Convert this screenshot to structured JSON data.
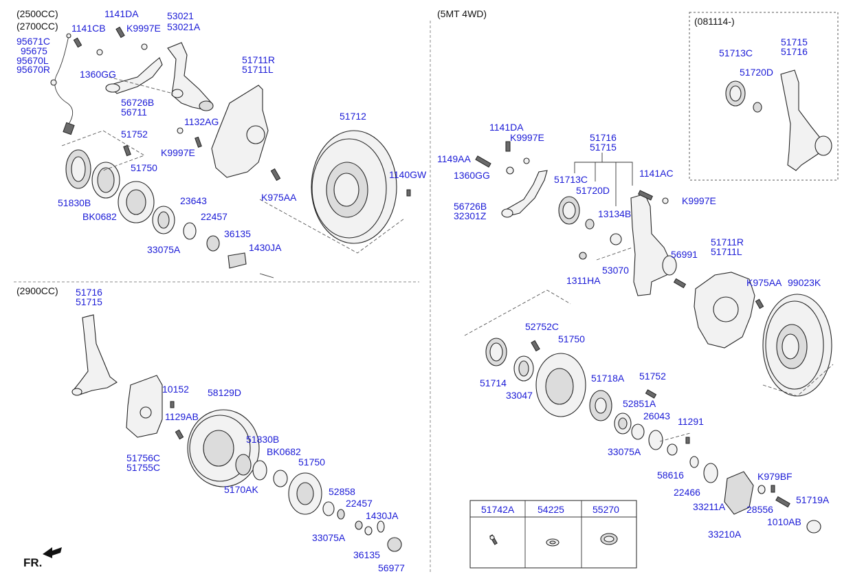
{
  "sections": {
    "top_left": [
      "(2500CC)",
      "(2700CC)"
    ],
    "bottom_left": "(2900CC)",
    "right": "(5MT 4WD)",
    "inset": "(081114-)"
  },
  "fr_label": "FR.",
  "labels": {
    "a_1141da": "1141DA",
    "a_53021": "53021",
    "a_53021a": "53021A",
    "a_1141cb": "1141CB",
    "a_k9997e_1": "K9997E",
    "a_95671c": "95671C",
    "a_95675": "95675",
    "a_95670l": "95670L",
    "a_95670r": "95670R",
    "a_1360gg": "1360GG",
    "a_56726b": "56726B",
    "a_56711": "56711",
    "a_51711r": "51711R",
    "a_51711l": "51711L",
    "a_1132ag": "1132AG",
    "a_k9997e_2": "K9997E",
    "a_51752": "51752",
    "a_51750": "51750",
    "a_51830b": "51830B",
    "a_bk0682": "BK0682",
    "a_51712": "51712",
    "a_1140gw": "1140GW",
    "a_k975aa": "K975AA",
    "a_23643": "23643",
    "a_22457": "22457",
    "a_36135": "36135",
    "a_1430ja": "1430JA",
    "a_33075a": "33075A",
    "b_51716": "51716",
    "b_51715": "51715",
    "b_10152": "10152",
    "b_58129d": "58129D",
    "b_1129ab": "1129AB",
    "b_51830b": "51830B",
    "b_bk0682": "BK0682",
    "b_51750": "51750",
    "b_51756c": "51756C",
    "b_51755c": "51755C",
    "b_5170ak": "5170AK",
    "b_52858": "52858",
    "b_22457": "22457",
    "b_1430ja": "1430JA",
    "b_33075a": "33075A",
    "b_36135": "36135",
    "b_56977": "56977",
    "c_1141da": "1141DA",
    "c_k9997e_1": "K9997E",
    "c_1149aa": "1149AA",
    "c_1360gg": "1360GG",
    "c_56726b": "56726B",
    "c_32301z": "32301Z",
    "c_51716": "51716",
    "c_51715": "51715",
    "c_51713c": "51713C",
    "c_51720d": "51720D",
    "c_1141ac": "1141AC",
    "c_k9997e_2": "K9997E",
    "c_13134b": "13134B",
    "c_1311ha": "1311HA",
    "c_53070": "53070",
    "c_56991": "56991",
    "c_51711r": "51711R",
    "c_51711l": "51711L",
    "c_k975aa": "K975AA",
    "c_99023k": "99023K",
    "c_52752c": "52752C",
    "c_51750": "51750",
    "c_51714": "51714",
    "c_33047": "33047",
    "c_51718a": "51718A",
    "c_51752": "51752",
    "c_52851a": "52851A",
    "c_26043": "26043",
    "c_11291": "11291",
    "c_33075a": "33075A",
    "c_58616": "58616",
    "c_22466": "22466",
    "c_33211a": "33211A",
    "c_33210a": "33210A",
    "c_k979bf": "K979BF",
    "c_28556": "28556",
    "c_51719a": "51719A",
    "c_1010ab": "1010AB",
    "d_51713c": "51713C",
    "d_51715": "51715",
    "d_51716": "51716",
    "d_51720d": "51720D"
  },
  "parts_table": {
    "headers": [
      "51742A",
      "54225",
      "55270"
    ],
    "icons": [
      "bolt-icon",
      "washer-icon",
      "seal-icon"
    ]
  },
  "colors": {
    "label": "#1a1ad6",
    "line": "#222222",
    "part_fill": "#f2f2f2"
  }
}
